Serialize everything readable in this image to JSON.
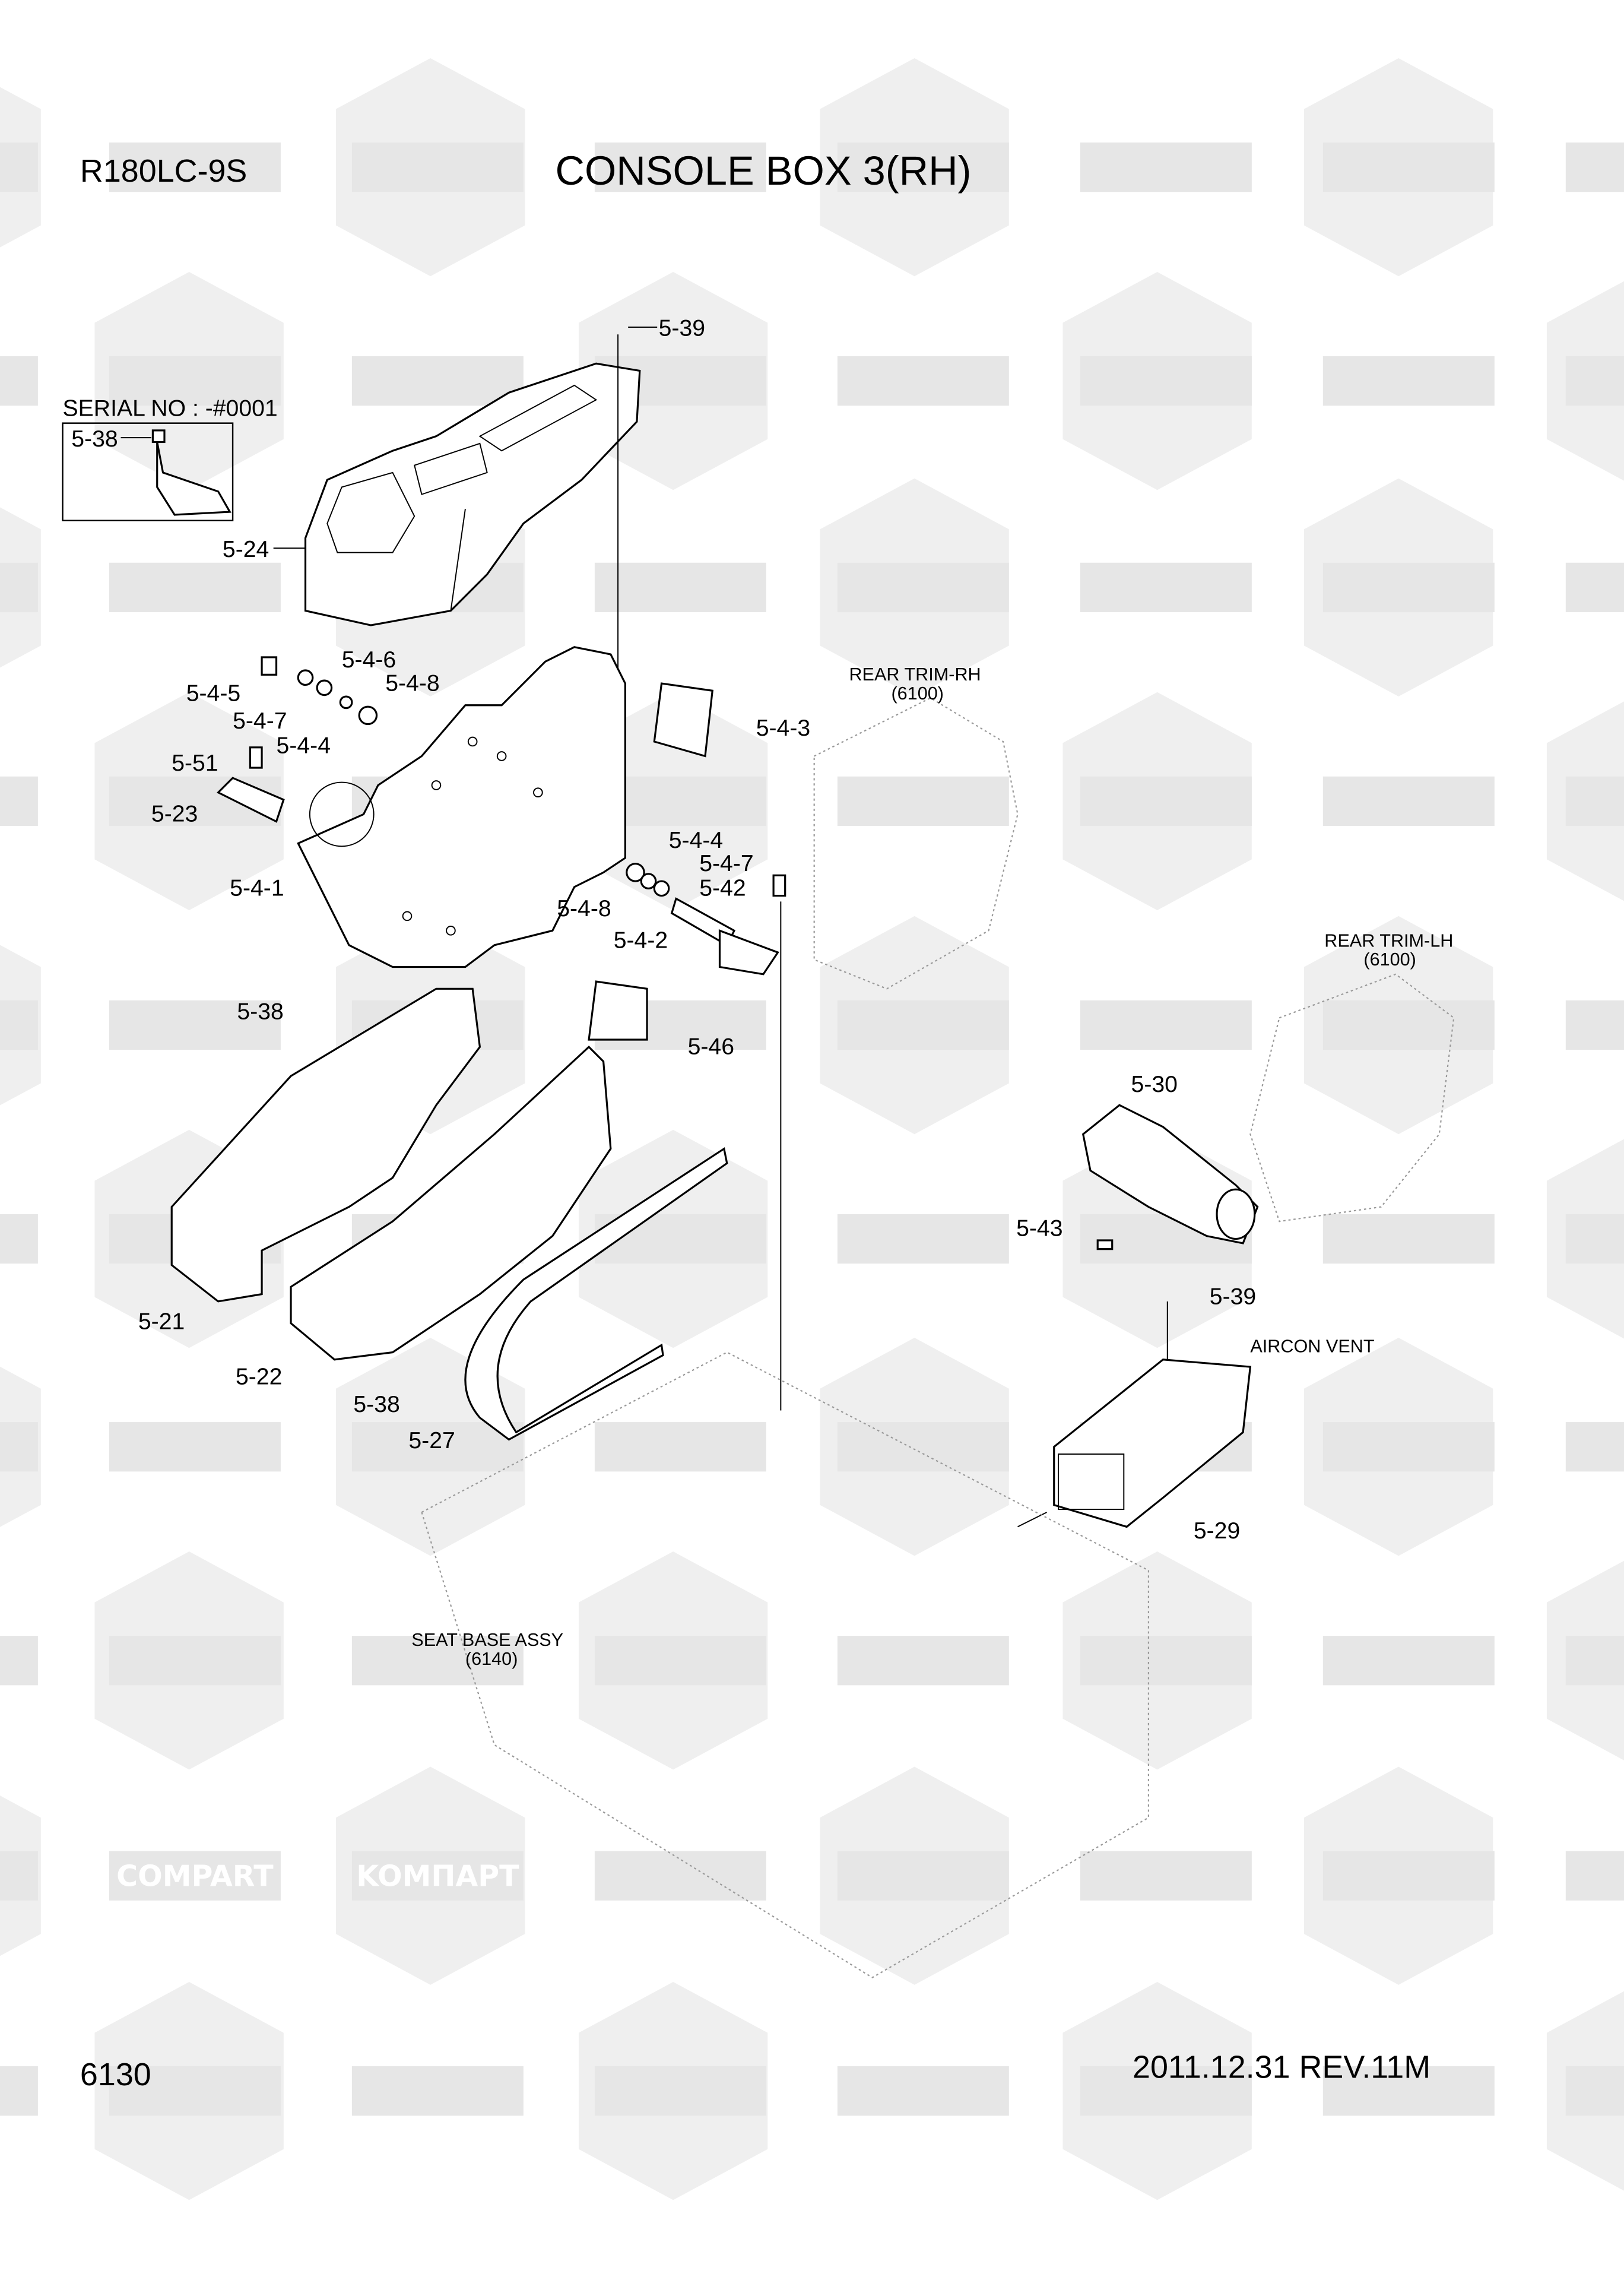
{
  "header": {
    "model": "R180LC-9S",
    "title": "CONSOLE BOX 3(RH)"
  },
  "footer": {
    "page": "6130",
    "revision": "2011.12.31  REV.11M"
  },
  "serial_box": {
    "note": "SERIAL NO : -#0001",
    "part": "5-38"
  },
  "watermark": {
    "texts": [
      "KOMПАРТ",
      "COMPART"
    ],
    "color": "#e6e6e6"
  },
  "references": {
    "rear_trim_rh": {
      "name": "REAR TRIM-RH",
      "code": "(6100)"
    },
    "rear_trim_lh": {
      "name": "REAR TRIM-LH",
      "code": "(6100)"
    },
    "seat_base": {
      "name": "SEAT BASE ASSY",
      "code": "(6140)"
    },
    "aircon_vent": {
      "name": "AIRCON VENT"
    }
  },
  "parts": {
    "p5_39_top": "5-39",
    "p5_24": "5-24",
    "p5_4_6": "5-4-6",
    "p5_4_5": "5-4-5",
    "p5_4_8_a": "5-4-8",
    "p5_4_7_a": "5-4-7",
    "p5_4_4_a": "5-4-4",
    "p5_51": "5-51",
    "p5_23": "5-23",
    "p5_4_3": "5-4-3",
    "p5_4_4_b": "5-4-4",
    "p5_4_7_b": "5-4-7",
    "p5_42": "5-42",
    "p5_4_8_b": "5-4-8",
    "p5_4_1": "5-4-1",
    "p5_4_2": "5-4-2",
    "p5_38_a": "5-38",
    "p5_46": "5-46",
    "p5_30": "5-30",
    "p5_43": "5-43",
    "p5_39_b": "5-39",
    "p5_21": "5-21",
    "p5_22": "5-22",
    "p5_38_b": "5-38",
    "p5_27": "5-27",
    "p5_29": "5-29"
  }
}
